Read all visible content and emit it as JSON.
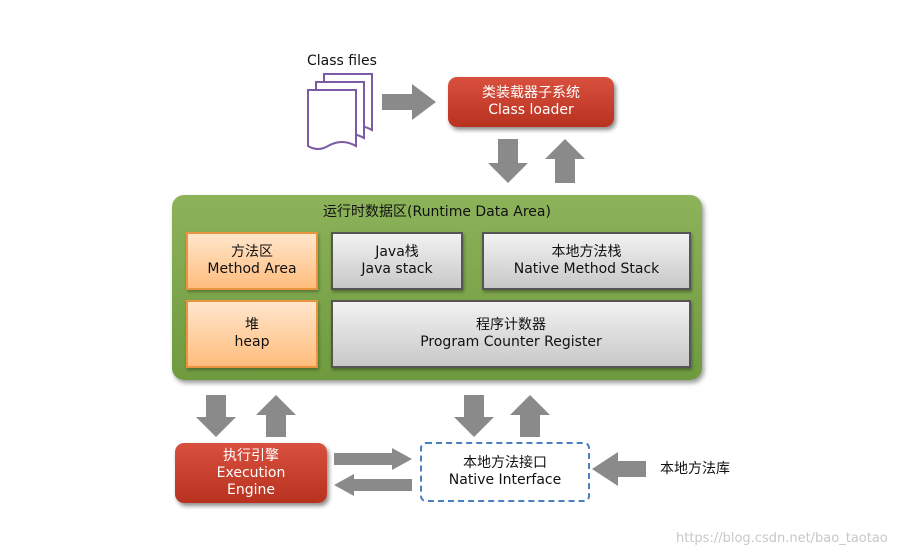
{
  "class_files": {
    "label": "Class files"
  },
  "class_loader": {
    "label_cn": "类装载器子系统",
    "label_en": "Class loader"
  },
  "runtime_area": {
    "title": "运行时数据区(Runtime Data Area)",
    "method_area": {
      "cn": "方法区",
      "en": "Method Area"
    },
    "java_stack": {
      "cn": "Java栈",
      "en": "Java stack"
    },
    "native_stack": {
      "cn": "本地方法栈",
      "en": "Native Method Stack"
    },
    "heap": {
      "cn": "堆",
      "en": "heap"
    },
    "pc_register": {
      "cn": "程序计数器",
      "en": "Program Counter Register"
    }
  },
  "execution_engine": {
    "cn": "执行引擎",
    "en1": "Execution",
    "en2": "Engine"
  },
  "native_interface": {
    "cn": "本地方法接口",
    "en": "Native Interface"
  },
  "native_library": {
    "label": "本地方法库"
  },
  "watermark": "https://blog.csdn.net/bao_taotao",
  "colors": {
    "red_box": "#c8412d",
    "green_area": "#7fa84c",
    "orange_box": "#ffcf9e",
    "grey_box": "#dcdcdc",
    "arrow": "#8a8a8a",
    "dashed_border": "#4a7fc1"
  }
}
